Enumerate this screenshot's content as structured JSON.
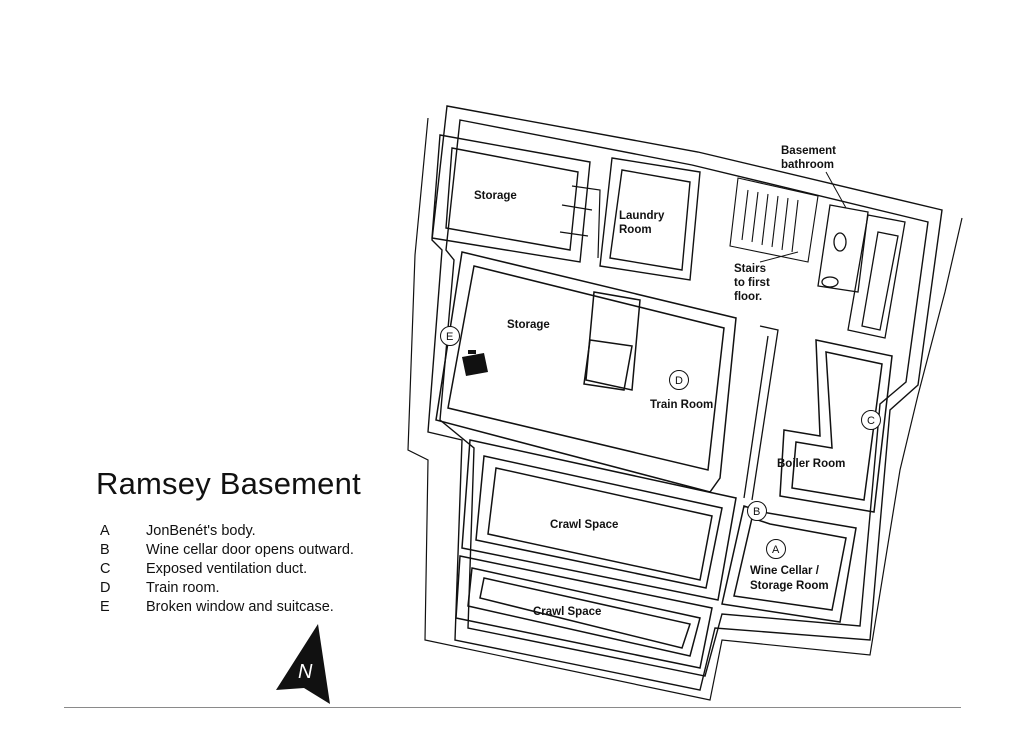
{
  "title": "Ramsey Basement",
  "legend": [
    {
      "key": "A",
      "text": "JonBenét's body."
    },
    {
      "key": "B",
      "text": "Wine cellar door opens outward."
    },
    {
      "key": "C",
      "text": "Exposed ventilation duct."
    },
    {
      "key": "D",
      "text": "Train room."
    },
    {
      "key": "E",
      "text": "Broken window and suitcase."
    }
  ],
  "rooms": {
    "storage_north": "Storage",
    "laundry": [
      "Laundry",
      "Room"
    ],
    "bathroom": [
      "Basement",
      "bathroom"
    ],
    "stairs": [
      "Stairs",
      "to first",
      "floor."
    ],
    "storage_main": "Storage",
    "train_room": "Train Room",
    "boiler_room": "Boiler Room",
    "crawl_space_1": "Crawl Space",
    "crawl_space_2": "Crawl Space",
    "wine_cellar": [
      "Wine Cellar /",
      "Storage Room"
    ]
  },
  "markers": {
    "A": "A",
    "B": "B",
    "C": "C",
    "D": "D",
    "E": "E"
  },
  "compass": {
    "letter": "N",
    "icon": "north-arrow-icon"
  },
  "colors": {
    "wall": "#111111",
    "wall_fill": "#ffffff",
    "ink": "#111111",
    "rule": "#8a8a8a"
  }
}
